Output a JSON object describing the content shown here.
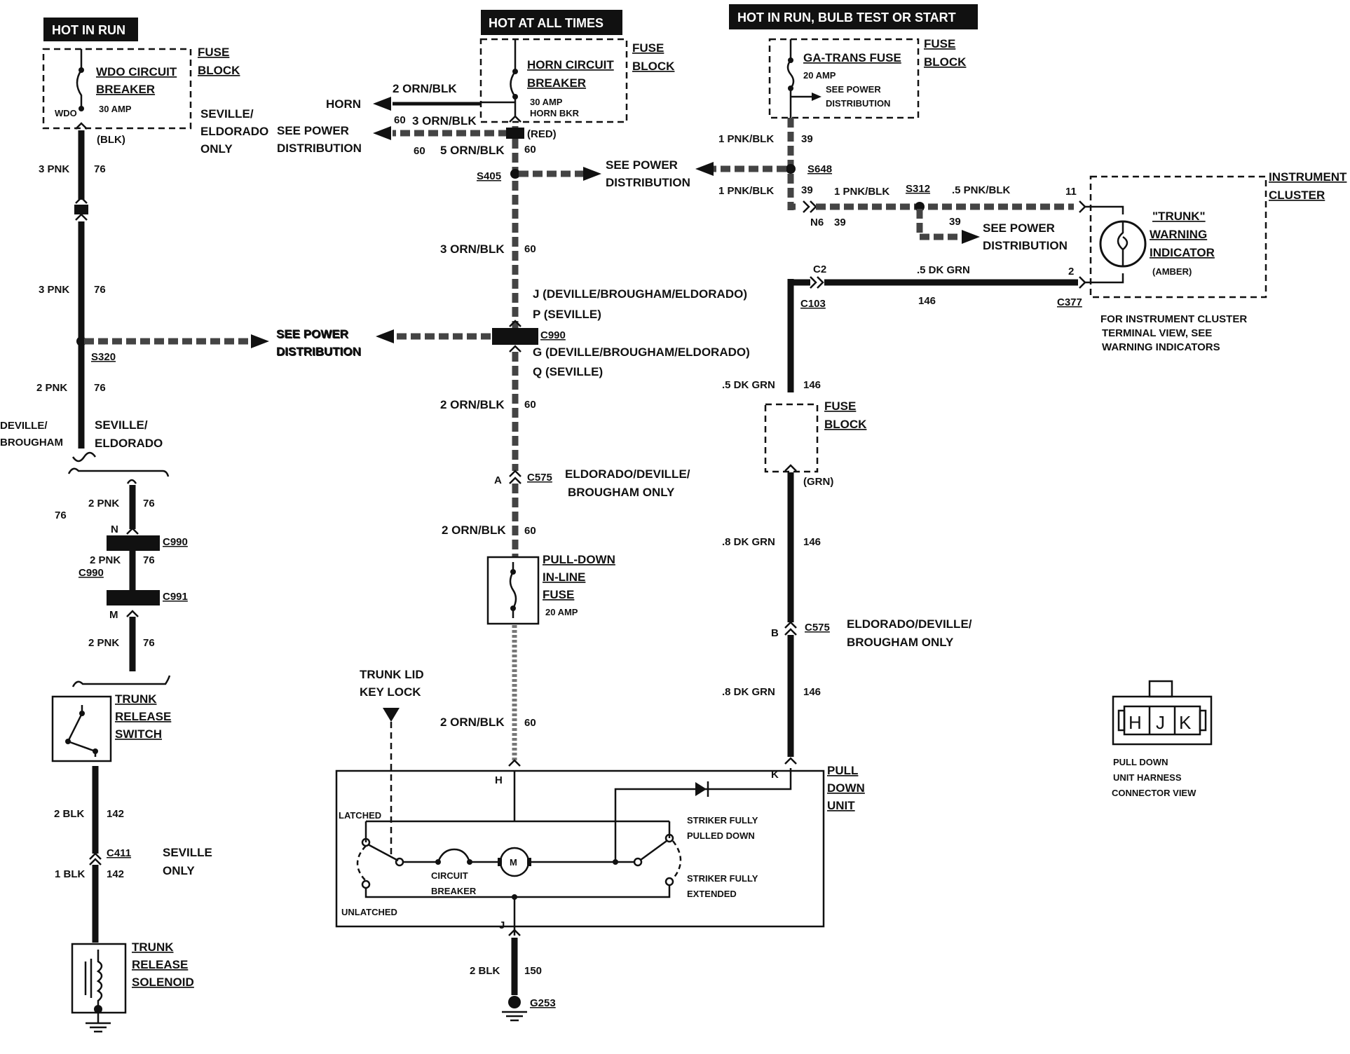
{
  "headers": {
    "hot_in_run": "HOT IN RUN",
    "hot_at_all_times": "HOT AT ALL TIMES",
    "hot_in_run_bulb": "HOT IN RUN,  BULB TEST OR START"
  },
  "fuse_block_1": {
    "fuse": "FUSE",
    "block": "BLOCK"
  },
  "fuse_block_2": {
    "fuse": "FUSE",
    "block": "BLOCK"
  },
  "fuse_block_3": {
    "fuse": "FUSE",
    "block": "BLOCK"
  },
  "fuse_block_4": {
    "fuse": "FUSE",
    "block": "BLOCK"
  },
  "wdo_breaker": {
    "line1": "WDO CIRCUIT",
    "line2": "BREAKER",
    "amp": "30 AMP",
    "terminal": "WDO",
    "color": "(BLK)"
  },
  "seville_eldorado_only": {
    "line1": "SEVILLE/",
    "line2": "ELDORADO",
    "line3": "ONLY"
  },
  "horn_breaker": {
    "line1": "HORN CIRCUIT",
    "line2": "BREAKER",
    "amp": "30 AMP",
    "terminal": "HORN BKR",
    "color": "(RED)"
  },
  "horn": {
    "label": "HORN",
    "wire": "2 ORN/BLK"
  },
  "see_power_top": {
    "line1": "SEE POWER",
    "line2": "DISTRIBUTION",
    "wire": "3 ORN/BLK",
    "circuit": "60"
  },
  "wire_5_orn": {
    "circuit_left": "60",
    "label": "5 ORN/BLK",
    "circuit_right": "60"
  },
  "s405": {
    "label": "S405",
    "see1": "SEE POWER",
    "see2": "DISTRIBUTION"
  },
  "ga_fuse": {
    "line1": "GA-TRANS FUSE",
    "amp": "20 AMP",
    "see1": "SEE POWER",
    "see2": "DISTRIBUTION"
  },
  "pnk_blk": {
    "w1": "1 PNK/BLK",
    "c1": "39",
    "s648": "S648",
    "w2": "1 PNK/BLK",
    "c2": "39",
    "w3": "1 PNK/BLK",
    "s312": "S312",
    "w4": ".5 PNK/BLK",
    "n6": "N6",
    "c3": "39",
    "c4": "39",
    "pin11": "11"
  },
  "see_power_s312": {
    "line1": "SEE POWER",
    "line2": "DISTRIBUTION"
  },
  "instrument_cluster": {
    "line1": "INSTRUMENT",
    "line2": "CLUSTER",
    "warn1": "\"TRUNK\"",
    "warn2": "WARNING",
    "warn3": "INDICATOR",
    "amber": "(AMBER)",
    "pin2": "2",
    "c377": "C377"
  },
  "cluster_note": {
    "line1": "FOR INSTRUMENT CLUSTER",
    "line2": "TERMINAL VIEW, SEE",
    "line3": "WARNING INDICATORS"
  },
  "dk_grn": {
    "c2": "C2",
    "wire": ".5 DK GRN",
    "circuit": "146",
    "c103": "C103"
  },
  "left_col": {
    "w1": "3 PNK",
    "c1": "76",
    "w2": "3 PNK",
    "c2": "76",
    "s320": "S320",
    "see1": "SEE POWER",
    "see2": "DISTRIBUTION",
    "w3": "2 PNK",
    "c3": "76",
    "dev1": "DEVILLE/",
    "dev2": "BROUGHAM",
    "sev1": "SEVILLE/",
    "sev2": "ELDORADO",
    "c76": "76",
    "w4": "2 PNK",
    "c4": "76",
    "pin_n": "N",
    "c990a": "C990",
    "w5": "2 PNK",
    "c5": "76",
    "c990b": "C990",
    "c991": "C991",
    "pin_m": "M",
    "w6": "2 PNK",
    "c6": "76"
  },
  "trunk_switch": {
    "line1": "TRUNK",
    "line2": "RELEASE",
    "line3": "SWITCH"
  },
  "blk_142": {
    "w1": "2 BLK",
    "c1": "142",
    "c411": "C411",
    "sev1": "SEVILLE",
    "sev2": "ONLY",
    "w2": "1 BLK",
    "c2": "142"
  },
  "solenoid": {
    "line1": "TRUNK",
    "line2": "RELEASE",
    "line3": "SOLENOID"
  },
  "center_col": {
    "w1": "3 ORN/BLK",
    "c1": "60",
    "j": "J (DEVILLE/BROUGHAM/ELDORADO)",
    "p": "P (SEVILLE)",
    "c990": "C990",
    "g": "G (DEVILLE/BROUGHAM/ELDORADO)",
    "q": "Q (SEVILLE)",
    "see1": "SEE POWER",
    "see2": "DISTRIBUTION",
    "w2": "2 ORN/BLK",
    "c2": "60",
    "pin_a": "A",
    "c575": "C575",
    "eld1": "ELDORADO/DEVILLE/",
    "eld2": "BROUGHAM ONLY",
    "w3": "2 ORN/BLK",
    "c3": "60",
    "w4": "2 ORN/BLK",
    "c4": "60"
  },
  "pulldown_fuse": {
    "line1": "PULL-DOWN",
    "line2": "IN-LINE",
    "line3": "FUSE",
    "amp": "20 AMP"
  },
  "key_lock": {
    "line1": "TRUNK LID",
    "line2": "KEY LOCK"
  },
  "right_col": {
    "w1": ".5 DK GRN",
    "c1": "146",
    "color": "(GRN)",
    "w2": ".8 DK GRN",
    "c2": "146",
    "pin_b": "B",
    "c575": "C575",
    "eld1": "ELDORADO/DEVILLE/",
    "eld2": "BROUGHAM ONLY",
    "w3": ".8 DK GRN",
    "c3": "146"
  },
  "pull_down_unit": {
    "line1": "PULL",
    "line2": "DOWN",
    "line3": "UNIT",
    "pin_h": "H",
    "pin_k": "K",
    "pin_j": "J",
    "latched": "LATCHED",
    "unlatched": "UNLATCHED",
    "cb1": "CIRCUIT",
    "cb2": "BREAKER",
    "striker_down1": "STRIKER FULLY",
    "striker_down2": "PULLED DOWN",
    "striker_ext1": "STRIKER FULLY",
    "striker_ext2": "EXTENDED",
    "motor": "M"
  },
  "ground": {
    "wire": "2 BLK",
    "circuit": "150",
    "g253": "G253"
  },
  "connector_view": {
    "h": "H",
    "j": "J",
    "k": "K",
    "line1": "PULL DOWN",
    "line2": "UNIT HARNESS",
    "line3": "CONNECTOR VIEW"
  }
}
